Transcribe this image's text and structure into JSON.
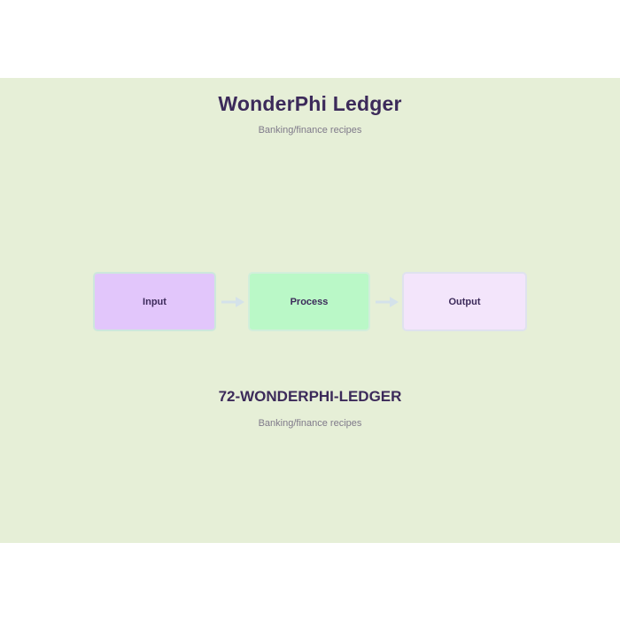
{
  "header": {
    "title": "WonderPhi Ledger",
    "subtitle": "Banking/finance recipes"
  },
  "flow": {
    "nodes": [
      {
        "label": "Input"
      },
      {
        "label": "Process"
      },
      {
        "label": "Output"
      }
    ],
    "colors": {
      "input_fill": "#e2c6fb",
      "process_fill": "#baf8c7",
      "output_fill": "#f3e5fb",
      "arrow": "#d4e2ea"
    }
  },
  "footer": {
    "code_title": "72-WONDERPHI-LEDGER",
    "subtitle": "Banking/finance recipes"
  },
  "theme": {
    "banner_bg": "#e6efd7",
    "text_dark": "#3c2a5a",
    "text_muted": "#7f7a8a"
  }
}
